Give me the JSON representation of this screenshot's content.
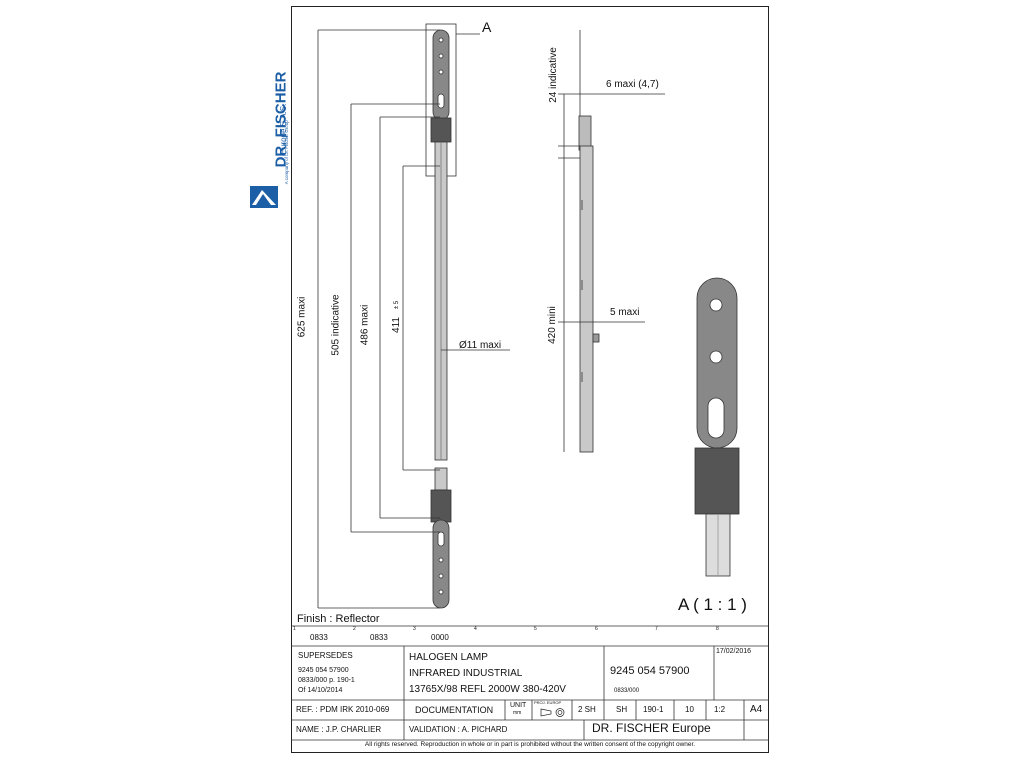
{
  "company": {
    "name": "DR. FISCHER",
    "subname": "Europe S.A.S.",
    "tagline": "A company of Dr. Fischer Group"
  },
  "drawing": {
    "detail_label": "A",
    "detail_scale_label": "A ( 1 : 1 )",
    "finish": "Finish : Reflector",
    "dims": {
      "overall": "625 maxi",
      "indicative": "505 indicative",
      "length486": "486 maxi",
      "length411": "411",
      "tolerance411": "± 5",
      "diameter": "Ø11 maxi",
      "top_indicative": "24 indicative",
      "width_max": "6 maxi (4,7)",
      "min_len": "420 mini",
      "tip_max": "5 maxi"
    }
  },
  "title_block": {
    "zones": [
      "1",
      "2",
      "3",
      "4",
      "5",
      "6",
      "7",
      "8"
    ],
    "rev_row": [
      "0833",
      "0833",
      "0000"
    ],
    "supersedes_label": "SUPERSEDES",
    "supersedes_lines": [
      "9245 054 57900",
      "0833/000 p. 190-1",
      "Of 14/10/2014"
    ],
    "description_lines": [
      "HALOGEN LAMP",
      "INFRARED INDUSTRIAL",
      "13765X/98 REFL 2000W 380-420V"
    ],
    "part_number": "9245 054 57900",
    "part_sub": "0833/000",
    "date": "17/02/2016",
    "ref": "REF. : PDM IRK 2010-069",
    "documentation": "DOCUMENTATION",
    "unit_label": "UNIT",
    "unit_value": "mm",
    "proj_label": "PROJ. EUROP",
    "sheets": "2 SH",
    "sh_label": "SH",
    "sh_value": "190-1",
    "sh_count": "10",
    "scale": "1:2",
    "format": "A4",
    "name": "NAME : J.P. CHARLIER",
    "validation": "VALIDATION : A. PICHARD",
    "company_footer": "DR. FISCHER Europe",
    "rights": "All rights reserved. Reproduction in whole or in part is prohibited without the written consent of the copyright owner."
  }
}
